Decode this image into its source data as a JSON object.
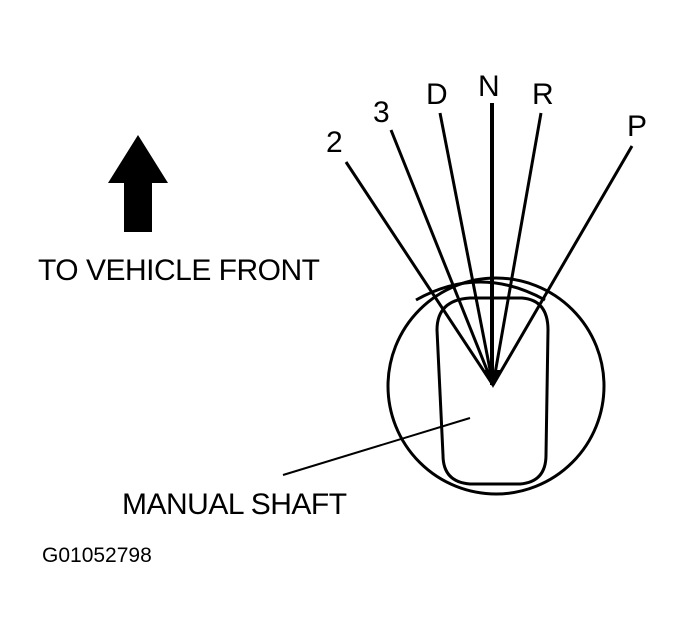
{
  "direction_label": "TO VEHICLE FRONT",
  "positions": {
    "p2": "2",
    "p3": "3",
    "pD": "D",
    "pN": "N",
    "pR": "R",
    "pP": "P"
  },
  "shaft_label": "MANUAL SHAFT",
  "figure_code": "G01052798",
  "colors": {
    "ink": "#000000",
    "background": "#ffffff"
  }
}
